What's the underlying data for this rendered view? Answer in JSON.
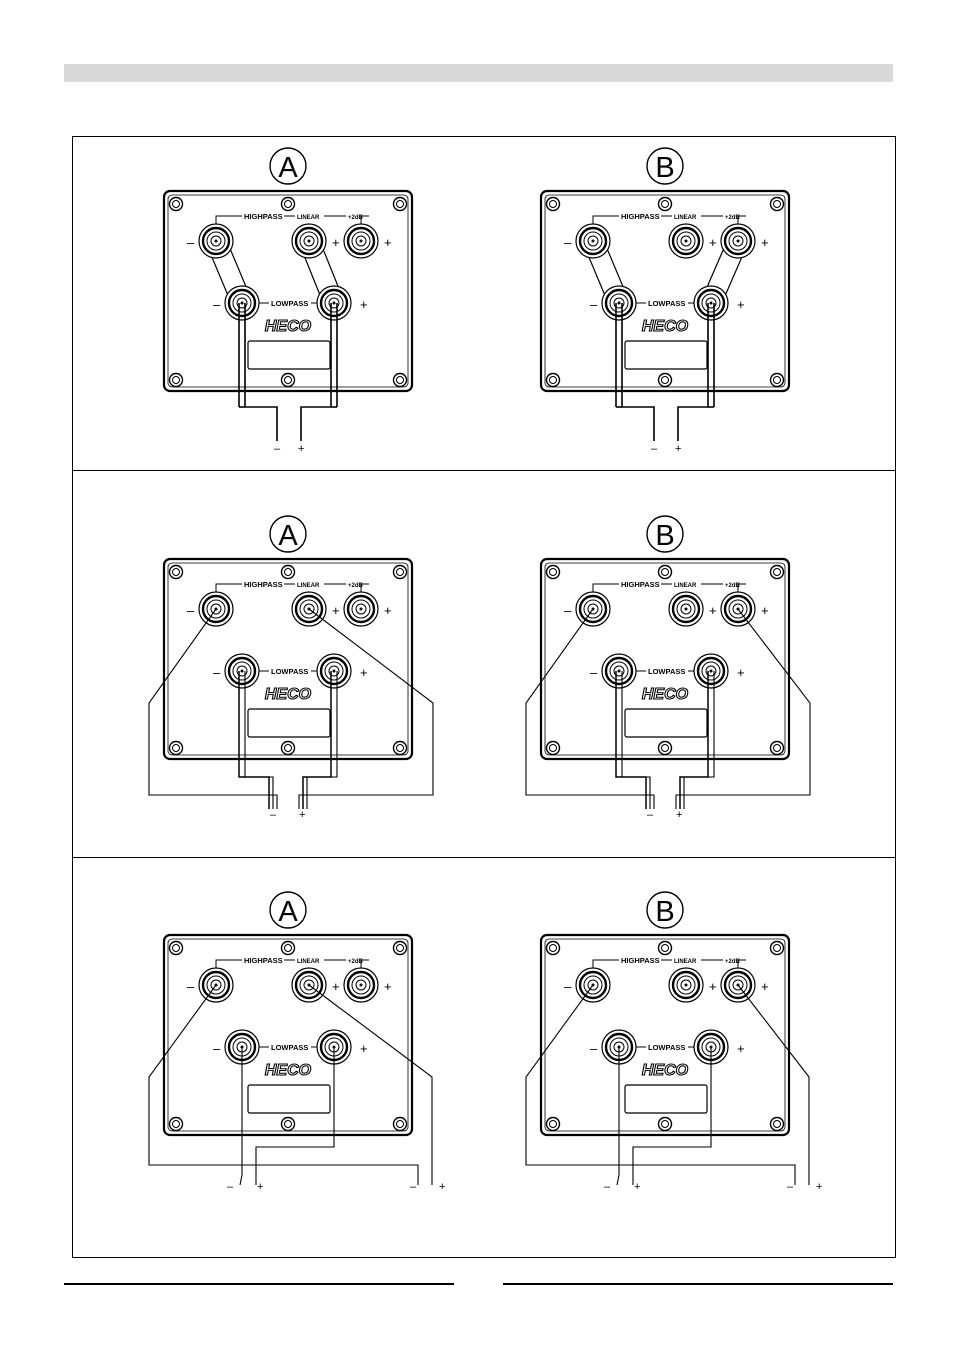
{
  "labels": {
    "highpass": "HIGHPASS",
    "linear": "LINEAR",
    "plus2db": "+2dB",
    "lowpass": "LOWPASS",
    "brand": "HECO",
    "minus": "–",
    "plus": "+"
  },
  "diagrams": [
    {
      "row": 1,
      "variant": "A",
      "letter": "A",
      "wiring": "bridged"
    },
    {
      "row": 1,
      "variant": "B",
      "letter": "B",
      "wiring": "bridged"
    },
    {
      "row": 2,
      "variant": "A",
      "letter": "A",
      "wiring": "biwire"
    },
    {
      "row": 2,
      "variant": "B",
      "letter": "B",
      "wiring": "biwire"
    },
    {
      "row": 3,
      "variant": "A",
      "letter": "A",
      "wiring": "biamp"
    },
    {
      "row": 3,
      "variant": "B",
      "letter": "B",
      "wiring": "biamp"
    }
  ],
  "colors": {
    "ink": "#000000",
    "header_bar": "#d9d9d9",
    "paper": "#ffffff"
  }
}
